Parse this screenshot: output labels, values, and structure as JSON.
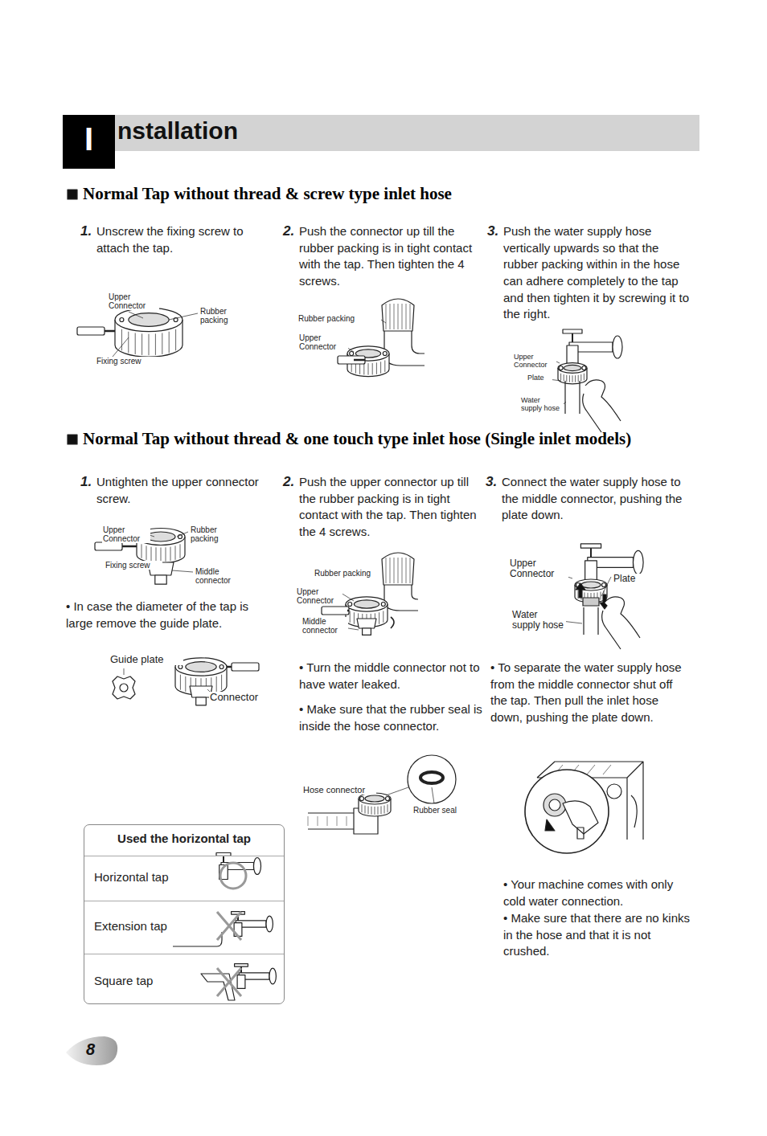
{
  "diagram": {
    "nodes": [
      {
        "text": [
          "nstallation"
        ]
      },
      {
        "text": [
          "I"
        ]
      },
      {
        "text": [
          "Used the horizontal tap"
        ]
      },
      {
        "text": [
          "Horizontal tap"
        ],
        "in": 2
      },
      {
        "text": [
          "Extension tap"
        ],
        "in": 2
      },
      {
        "text": [
          "Square tap"
        ],
        "in": 2
      }
    ],
    "labels": [
      "Normal Tap without thread & screw type inlet hose",
      "1.",
      "Unscrew the fixing screw to attach the tap.",
      "2.",
      "Push the connector up till the rubber packing is in tight contact with the tap. Then tighten the 4 screws.",
      "3.",
      "Push the water supply hose vertically upwards so that the rubber packing within in the hose can adhere completely to the tap and then tighten it by screwing it to the right.",
      "Upper Connector",
      "Rubber packing",
      "Fixing screw",
      "Rubber packing",
      "Upper Connector",
      "Upper Connector",
      "Plate",
      "Water supply hose",
      "Normal Tap without thread & one touch type inlet hose (Single inlet models)",
      "1.",
      "Untighten the upper connector screw.",
      "2.",
      "Push the upper connector up till the rubber packing is in tight contact with the tap. Then tighten the 4 screws.",
      "3.",
      "Connect the water supply hose to the middle connector, pushing the plate down.",
      "Upper Connector",
      "Rubber packing",
      "Fixing screw",
      "Middle connector",
      "• In case the diameter of the tap is large remove the guide plate.",
      "Guide plate",
      "Connector",
      "Rubber packing",
      "Upper Connector",
      "Middle connector",
      "Upper Connector",
      "Plate",
      "Water supply hose",
      "• Turn the middle connector not to have water leaked.",
      "• Make sure that the rubber seal is inside the hose connector.",
      "• To separate the water supply hose from the middle connector shut off the tap. Then pull the inlet hose down, pushing the plate down.",
      "Hose connector",
      "Rubber seal",
      "• Your machine comes with only cold water connection.",
      "• Make sure that there are no kinks in the hose and that it is not crushed.",
      "8"
    ]
  }
}
